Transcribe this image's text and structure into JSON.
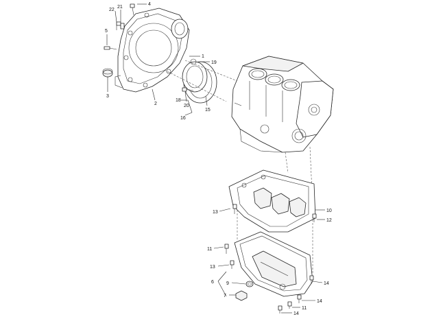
{
  "callouts": {
    "c1": "1",
    "c2": "2",
    "c3": "3",
    "c4": "4",
    "c5": "5",
    "c6": "6",
    "c7": "7",
    "c9": "9",
    "c10": "10",
    "c11a": "11",
    "c11b": "11",
    "c12": "12",
    "c13a": "13",
    "c13b": "13",
    "c14a": "14",
    "c14b": "14",
    "c14c": "14",
    "c15": "15",
    "c16": "16",
    "c18": "18",
    "c19": "19",
    "c20": "20",
    "c21": "21",
    "c22": "22"
  },
  "colors": {
    "line": "#222222",
    "background": "#ffffff",
    "label": "#111111"
  }
}
